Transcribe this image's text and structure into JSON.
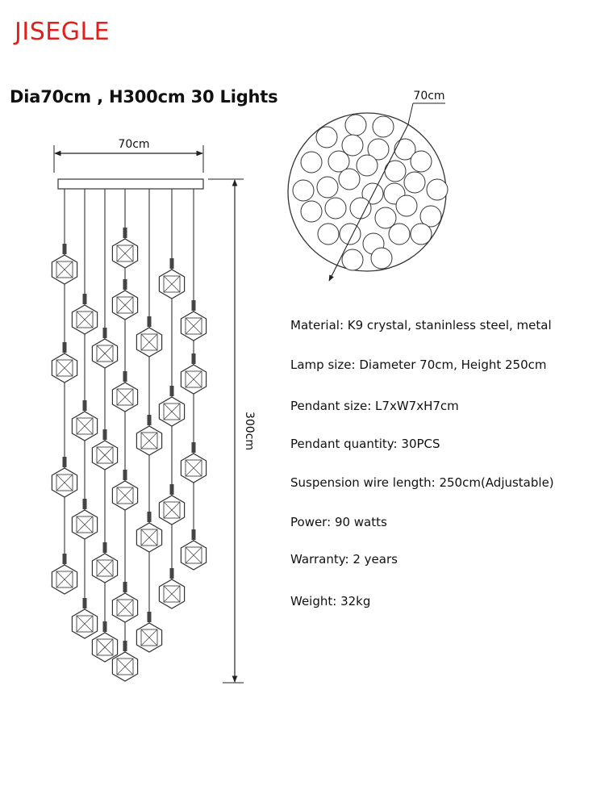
{
  "brand": {
    "name": "JISEGLE",
    "color": "#e0201c"
  },
  "headline": "Dia70cm , H300cm  30 Lights",
  "front_view": {
    "width_label": "70cm",
    "height_label": "300cm"
  },
  "top_view": {
    "diameter_label": "70cm"
  },
  "specs": [
    {
      "label": "Material:",
      "value": "K9 crystal, staninless steel, metal"
    },
    {
      "label": "Lamp size:",
      "value": "Diameter 70cm, Height 250cm"
    },
    {
      "label": "Pendant size:",
      "value": "L7xW7xH7cm"
    },
    {
      "label": "Pendant quantity:",
      "value": "30PCS"
    },
    {
      "label": "Suspension wire length:",
      "value": "250cm(Adjustable)"
    },
    {
      "label": "Power:",
      "value": "90 watts"
    },
    {
      "label": "Warranty:",
      "value": "2 years"
    },
    {
      "label": "Weight:",
      "value": "32kg"
    }
  ]
}
